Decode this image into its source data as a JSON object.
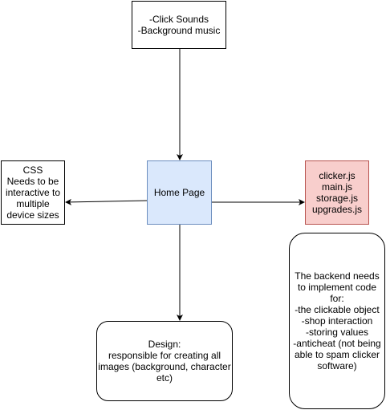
{
  "colors": {
    "home_fill": "#dae8fc",
    "home_stroke": "#6c8ebf",
    "js_fill": "#f8cecc",
    "js_stroke": "#b85450",
    "default_stroke": "#000000"
  },
  "nodes": {
    "audio": {
      "lines": [
        "-Click Sounds",
        "-Background music"
      ]
    },
    "home": {
      "lines": [
        "Home Page"
      ]
    },
    "css": {
      "lines": [
        "CSS",
        "Needs to be",
        "interactive to",
        "multiple",
        "device sizes"
      ]
    },
    "js_files": {
      "lines": [
        "clicker.js",
        "main.js",
        "storage.js",
        "upgrades.js"
      ]
    },
    "design": {
      "lines": [
        "Design:",
        "responsible for creating all",
        "images (background, character",
        "etc)"
      ]
    },
    "backend": {
      "lines": [
        "The backend needs",
        "to implement code",
        "for:",
        "-the clickable object",
        "-shop interaction",
        "-storing values",
        "-anticheat (not being",
        "able to spam clicker",
        "software)"
      ]
    }
  }
}
